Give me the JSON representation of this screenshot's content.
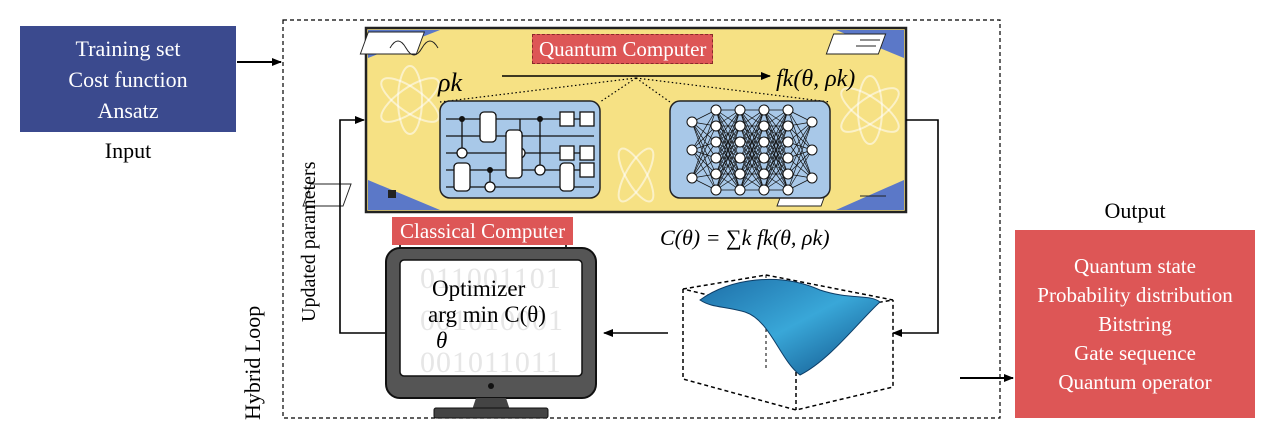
{
  "input": {
    "lines": [
      "Training set",
      "Cost function",
      "Ansatz"
    ],
    "label": "Input"
  },
  "quantum_computer": {
    "label": "Quantum Computer",
    "state": "ρk",
    "output": "fk(θ, ρk)"
  },
  "classical_computer": {
    "label": "Classical Computer",
    "optimizer_title": "Optimizer",
    "argmin": "arg min C(θ)",
    "argmin_sub": "θ",
    "binary_lines": [
      "011001101",
      "001010001",
      "001011011"
    ]
  },
  "cost_formula": "C(θ) = ∑k fk(θ, ρk)",
  "loop": {
    "updated_parameters": "Updated parameters",
    "hybrid_loop": "Hybrid Loop"
  },
  "output": {
    "label": "Output",
    "lines": [
      "Quantum state",
      "Probability distribution",
      "Bitstring",
      "Gate sequence",
      "Quantum operator"
    ]
  },
  "colors": {
    "input_box": "#3b4a8e",
    "output_box": "#dd5656",
    "quantum_panel": "#f6e184",
    "circuit_panel": "#a8c8e8",
    "surface": "#2b8cc4"
  }
}
